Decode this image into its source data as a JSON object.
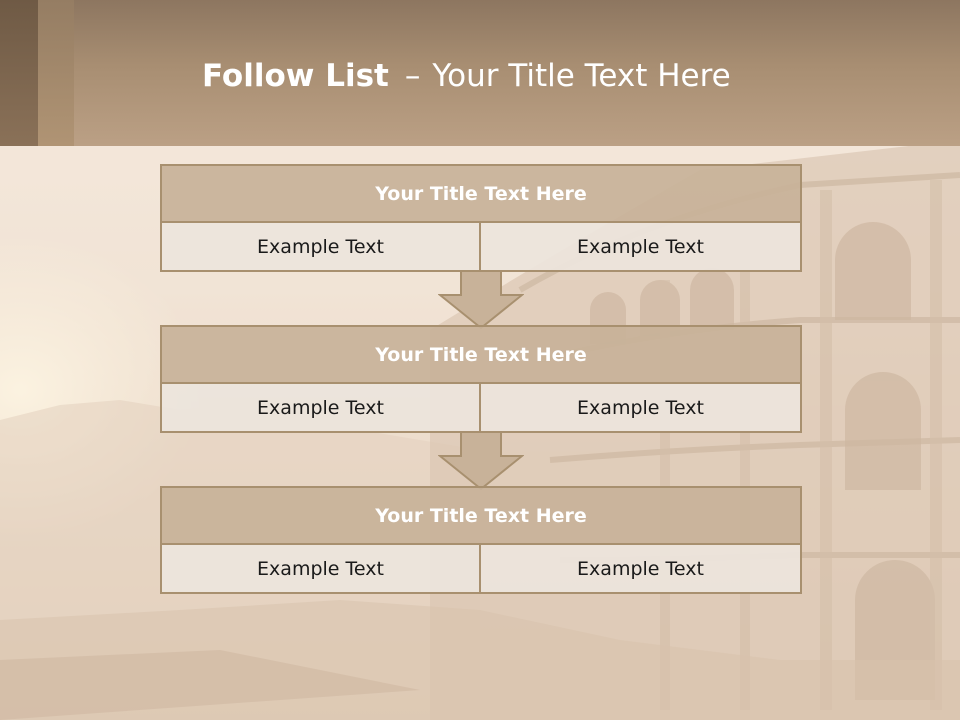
{
  "slide": {
    "title_bold": "Follow List",
    "title_dash": "–",
    "title_rest": "Your Title Text Here"
  },
  "blocks": [
    {
      "title": "Your Title Text Here",
      "left_text": "Example Text",
      "right_text": "Example Text"
    },
    {
      "title": "Your Title Text Here",
      "left_text": "Example Text",
      "right_text": "Example Text"
    },
    {
      "title": "Your Title Text Here",
      "left_text": "Example Text",
      "right_text": "Example Text"
    }
  ],
  "colors": {
    "header": "#a88e72",
    "box_title": "#c8b299",
    "box_border": "#a8906f",
    "cell": "#ece4dc"
  }
}
